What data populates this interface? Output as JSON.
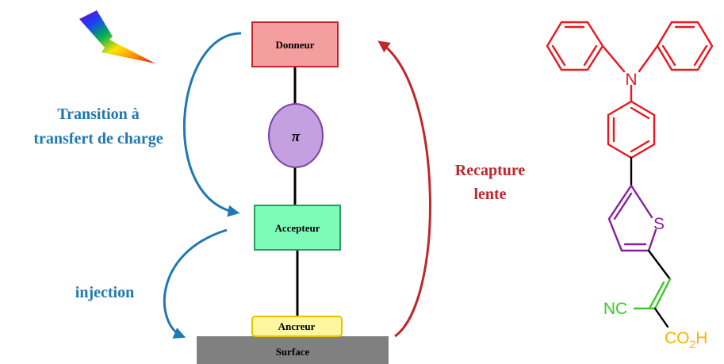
{
  "diagram": {
    "donor_label": "Donneur",
    "pi_label": "π",
    "acceptor_label": "Accepteur",
    "anchor_label": "Ancreur",
    "surface_label": "Surface",
    "left_label_line1": "Transition à",
    "left_label_line2": "transfert de charge",
    "injection_label": "injection",
    "right_label_line1": "Recapture",
    "right_label_line2": "lente",
    "icons": [
      "lightning-icon"
    ],
    "colors": {
      "donor_fill": "#f49ea0",
      "donor_stroke": "#c0262b",
      "pi_fill": "#c5a0e0",
      "pi_stroke": "#7a3fa8",
      "acceptor_fill": "#7dfcb8",
      "acceptor_stroke": "#2a9a5e",
      "anchor_fill": "#fff7a0",
      "anchor_stroke": "#e5c300",
      "surface_fill": "#808080",
      "blue_text": "#1f78b4",
      "red_text": "#c0262b"
    }
  },
  "molecule": {
    "atom_N": "N",
    "atom_S": "S",
    "atom_NC": "NC",
    "atom_CO": "CO",
    "atom_sub2": "2",
    "atom_H": "H",
    "colors": {
      "donor": "#e8181e",
      "thiophene": "#8a1fa0",
      "vinyl": "#3ec82a",
      "acid": "#f7b500",
      "link": "#000000"
    }
  }
}
